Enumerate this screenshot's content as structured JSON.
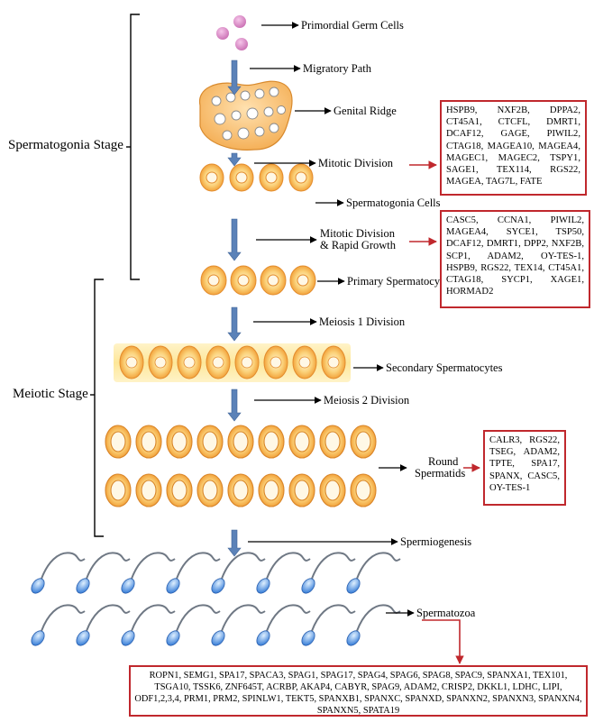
{
  "stages": {
    "spermatogonia": "Spermatogonia Stage",
    "meiotic": "Meiotic Stage"
  },
  "steps": {
    "pgc": "Primordial Germ Cells",
    "migratory": "Migratory Path",
    "genital_ridge": "Genital Ridge",
    "mitotic": "Mitotic Division",
    "spermatogonia_cells": "Spermatogonia Cells",
    "mitotic_rapid_1": "Mitotic Division",
    "mitotic_rapid_2": "& Rapid Growth",
    "primary": "Primary Spermatocytes",
    "meiosis1": "Meiosis 1 Division",
    "secondary": "Secondary Spermatocytes",
    "meiosis2": "Meiosis 2 Division",
    "round_1": "Round",
    "round_2": "Spermatids",
    "spermiogenesis": "Spermiogenesis",
    "spermatozoa": "Spermatozoa"
  },
  "genes": {
    "mitotic": "HSPB9, NXF2B, DPPA2, CT45A1, CTCFL, DMRT1, DCAF12, GAGE, PIWIL2, CTAG18, MAGEA10, MAGEA4, MAGEC1, MAGEC2, TSPY1, SAGE1, TEX114, RGS22, MAGEA, TAG7L, FATE",
    "primary": "CASC5, CCNA1, PIWIL2, MAGEA4, SYCE1, TSP50, DCAF12, DMRT1, DPP2, NXF2B, SCP1, ADAM2, OY-TES-1, HSPB9, RGS22, TEX14, CT45A1, CTAG18, SYCP1, XAGE1, HORMAD2",
    "round": "CALR3, RGS22, TSEG, ADAM2, TPTE, SPA17, SPANX, CASC5, OY-TES-1",
    "spermatozoa": "ROPN1, SEMG1, SPA17, SPACA3, SPAG1, SPAG17, SPAG4, SPAG6, SPAG8, SPAC9, SPANXA1, TEX101, TSGA10, TSSK6, ZNF645T, ACRBP, AKAP4, CABYR, SPAG9, ADAM2, CRISP2, DKKL1, LDHC, LIPI, ODF1,2,3,4, PRM1, PRM2, SPINLW1, TEKT5, SPANXB1, SPANXC, SPANXD, SPANXN2, SPANXN3, SPANXN4, SPANXN5, SPATA19"
  },
  "colors": {
    "arrow_down": "#5b82b8",
    "highlight": "#c0282d",
    "pgc": "#d986c4",
    "cell_orange": "#f4a93a",
    "sperm_head": "#3a7fd8"
  }
}
